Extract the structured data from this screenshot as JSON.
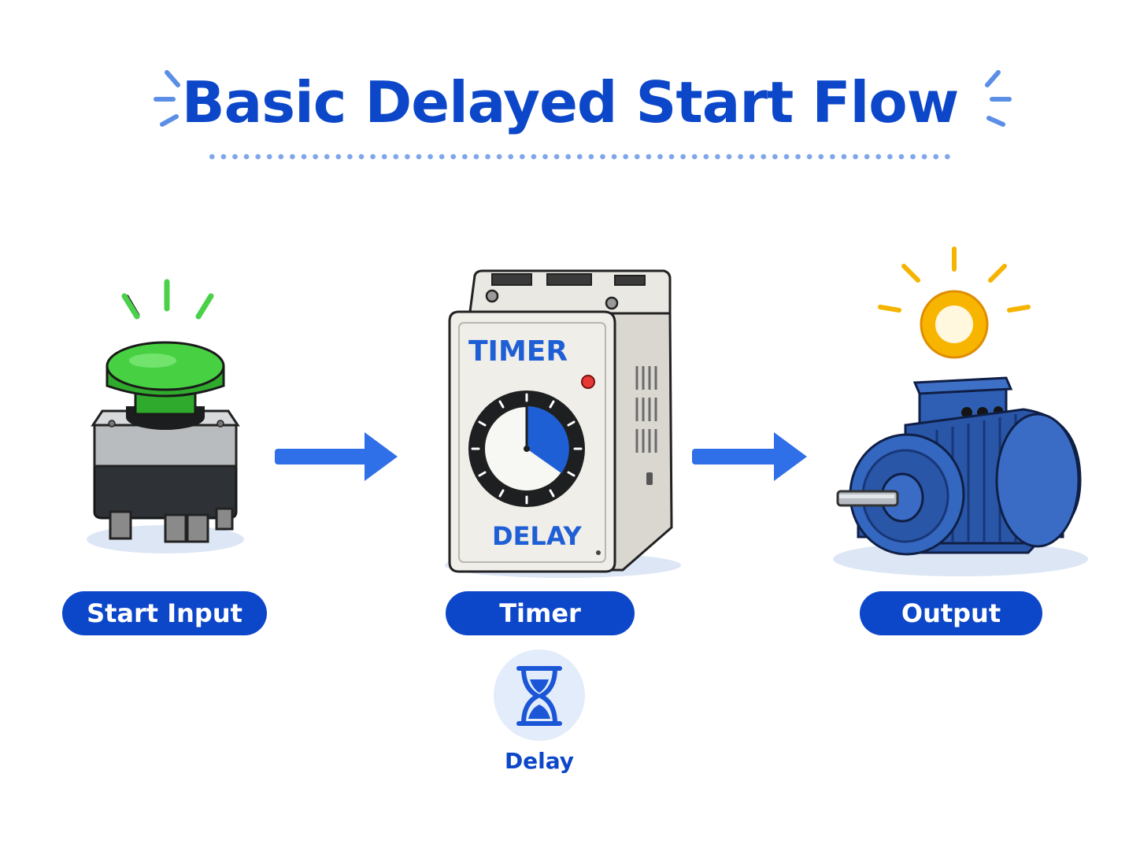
{
  "title": "Basic Delayed Start Flow",
  "steps": [
    {
      "label": "Start Input",
      "icon": "green-push-button-icon"
    },
    {
      "label": "Timer",
      "icon": "timer-relay-icon",
      "face_top": "TIMER",
      "face_bottom": "DELAY"
    },
    {
      "label": "Output",
      "icon": "electric-motor-icon"
    }
  ],
  "delay": {
    "label": "Delay",
    "icon": "hourglass-icon"
  },
  "colors": {
    "primary": "#0d47c9",
    "accent": "#2f6fe8",
    "button_green": "#3fc93a",
    "lamp_yellow": "#f5b400",
    "motor_blue": "#2a56a8"
  }
}
